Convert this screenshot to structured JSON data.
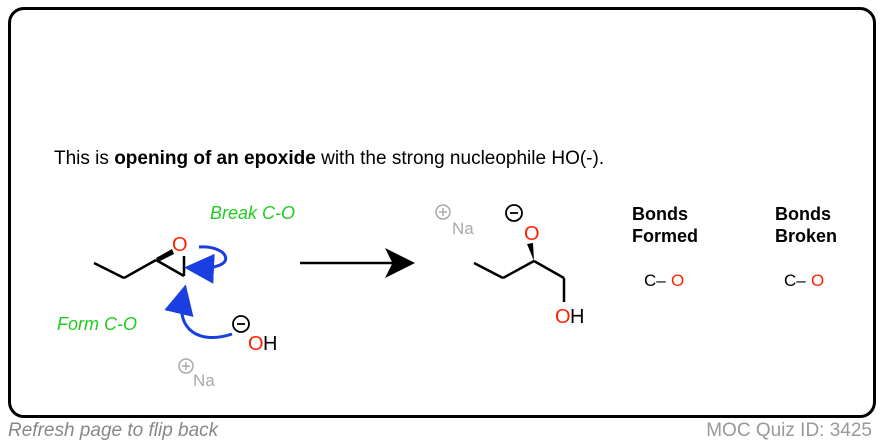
{
  "headline": {
    "prefix": "This is ",
    "bold": "opening of an epoxide",
    "suffix": " with the strong nucleophile HO(-)."
  },
  "reactant": {
    "break_label": "Break C-O",
    "form_label": "Form C-O",
    "oxygen": "O",
    "nucleophile_o": "O",
    "nucleophile_h": "H",
    "counterion": "Na"
  },
  "product": {
    "counterion": "Na",
    "oxygen": "O",
    "oh_o": "O",
    "oh_h": "H"
  },
  "bonds_formed": {
    "line1": "Bonds",
    "line2": "Formed",
    "carbon": "C–",
    "oxygen": "O"
  },
  "bonds_broken": {
    "line1": "Bonds",
    "line2": "Broken",
    "carbon": "C–",
    "oxygen": "O"
  },
  "footer": {
    "left": "Refresh page to flip back",
    "right": "MOC Quiz ID: 3425"
  },
  "colors": {
    "green": "#22cc22",
    "red": "#ff2200",
    "blue": "#1a3fe0",
    "gray": "#aaaaaa"
  }
}
